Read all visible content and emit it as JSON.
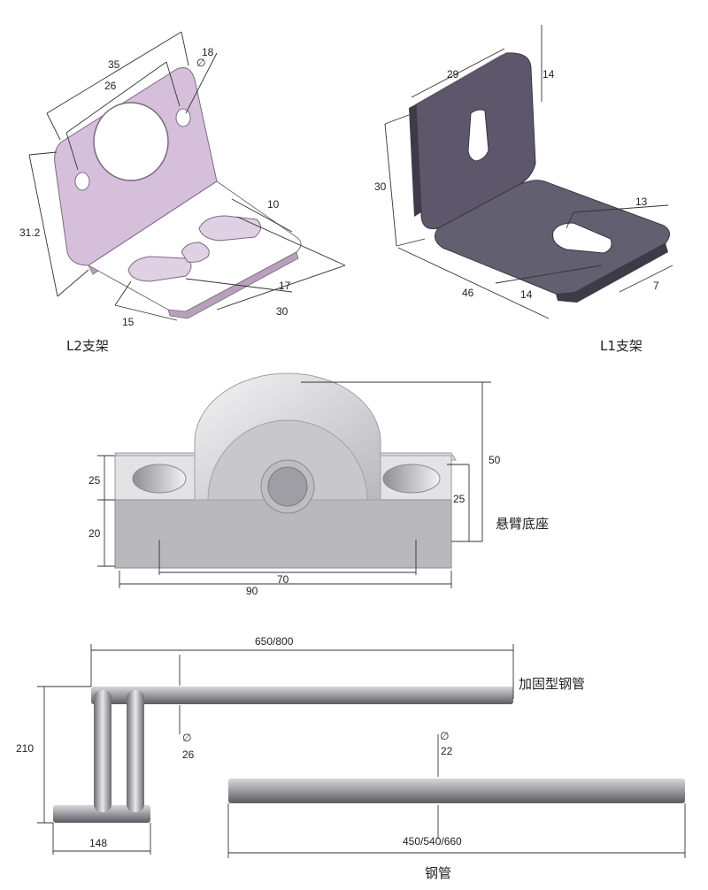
{
  "parts": {
    "l2": {
      "caption": "L2支架",
      "dims": {
        "d35": "35",
        "d26": "26",
        "d18": "18",
        "d31_2": "31.2",
        "d10": "10",
        "d17": "17",
        "d15": "15",
        "d30": "30"
      }
    },
    "l1": {
      "caption": "L1支架",
      "dims": {
        "d29": "29",
        "d14a": "14",
        "d30": "30",
        "d13": "13",
        "d46": "46",
        "d14b": "14",
        "d7": "7"
      }
    },
    "base": {
      "caption": "悬臂底座",
      "dims": {
        "d50": "50",
        "d25a": "25",
        "d25b": "25",
        "d20": "20",
        "d70": "70",
        "d90": "90"
      }
    },
    "reinforced_pipe": {
      "caption": "加固型钢管",
      "dims": {
        "length": "650/800",
        "height": "210",
        "dia": "26",
        "base": "148"
      }
    },
    "pipe": {
      "caption": "钢管",
      "dims": {
        "length": "450/540/660",
        "dia": "22"
      }
    }
  },
  "colors": {
    "l2_plate": "#d6bfdb",
    "l1_plate": "#5e566b",
    "base_body": "#c9c9cd",
    "pipe": "#a6a6aa"
  }
}
